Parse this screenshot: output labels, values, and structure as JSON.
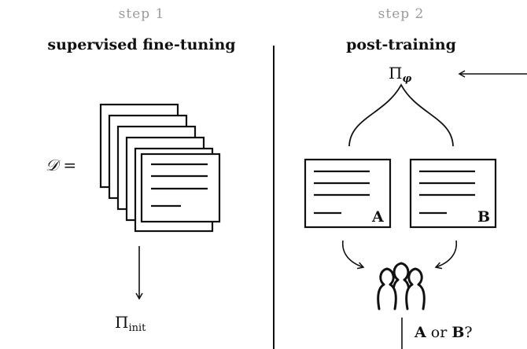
{
  "left": {
    "step": "step 1",
    "title": "supervised fine-tuning",
    "dataset_symbol": "𝒟",
    "equals": "=",
    "policy_symbol": "Π",
    "policy_sub": "init"
  },
  "right": {
    "step": "step 2",
    "title": "post-training",
    "policy_symbol": "Π",
    "policy_sub": "φ",
    "doc_a_label": "A",
    "doc_b_label": "B",
    "question_a": "A",
    "question_or": " or ",
    "question_b": "B",
    "question_mark": "?"
  },
  "icons": [
    "document-stack-icon",
    "document-icon",
    "people-group-icon",
    "arrow-icon",
    "brace-icon"
  ]
}
